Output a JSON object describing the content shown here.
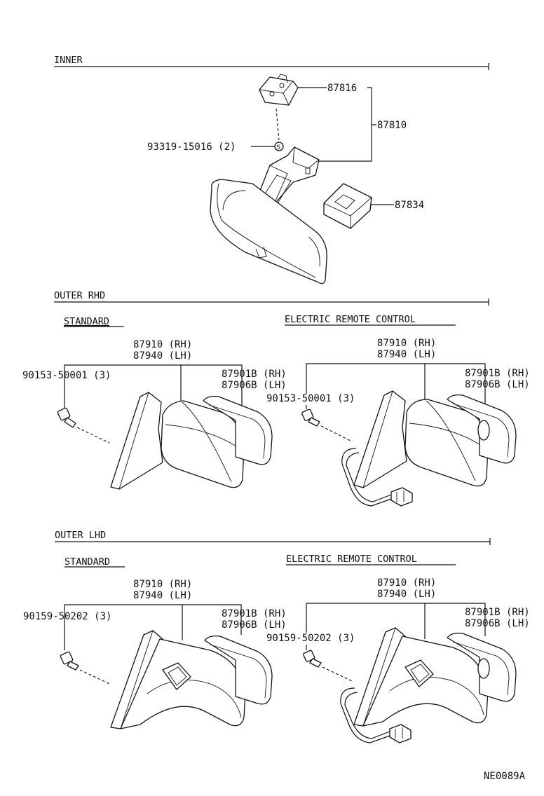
{
  "sections": {
    "inner": "INNER",
    "outer_rhd": "OUTER RHD",
    "outer_lhd": "OUTER LHD"
  },
  "inner": {
    "p87816": "87816",
    "p87810": "87810",
    "p93319": "93319-15016 (2)",
    "p87834": "87834"
  },
  "rhd_standard": {
    "heading": "STANDARD",
    "assy_rh": "87910 (RH)",
    "assy_lh": "87940 (LH)",
    "mirror_rh": "87901B (RH)",
    "mirror_lh": "87906B (LH)",
    "screw": "90153-50001 (3)"
  },
  "rhd_electric": {
    "heading": "ELECTRIC REMOTE CONTROL",
    "assy_rh": "87910 (RH)",
    "assy_lh": "87940 (LH)",
    "mirror_rh": "87901B (RH)",
    "mirror_lh": "87906B (LH)",
    "screw": "90153-50001 (3)"
  },
  "lhd_standard": {
    "heading": "STANDARD",
    "assy_rh": "87910 (RH)",
    "assy_lh": "87940 (LH)",
    "mirror_rh": "87901B (RH)",
    "mirror_lh": "87906B (LH)",
    "screw": "90159-50202 (3)"
  },
  "lhd_electric": {
    "heading": "ELECTRIC REMOTE CONTROL",
    "assy_rh": "87910 (RH)",
    "assy_lh": "87940 (LH)",
    "mirror_rh": "87901B (RH)",
    "mirror_lh": "87906B (LH)",
    "screw": "90159-50202 (3)"
  },
  "drawing_code": "NE0089A"
}
